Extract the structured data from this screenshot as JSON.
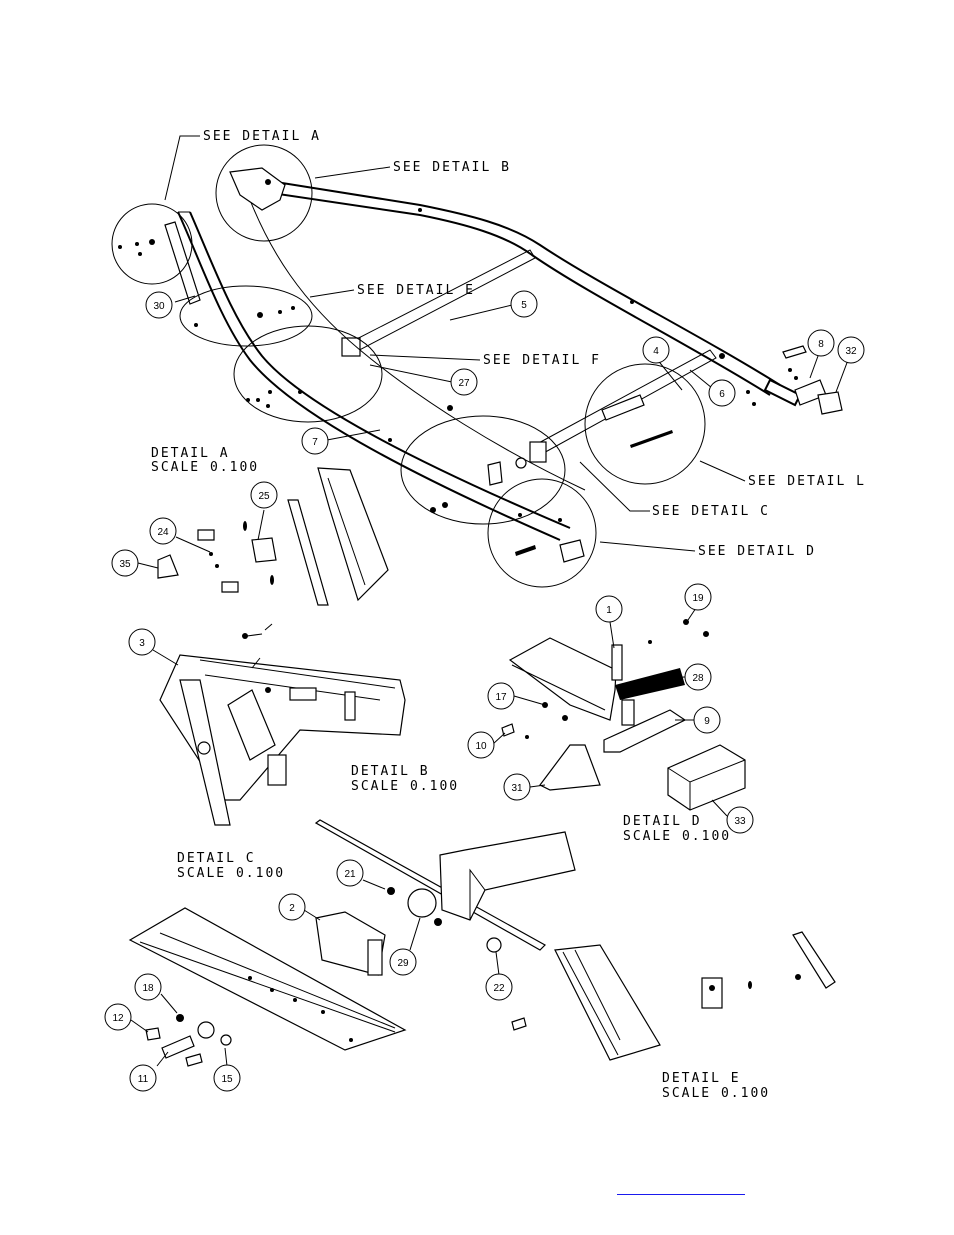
{
  "callouts": {
    "see_a": "SEE DETAIL  A",
    "see_b": "SEE DETAIL  B",
    "see_e": "SEE DETAIL  E",
    "see_f": "SEE DETAIL  F",
    "see_l": "SEE DETAIL  L",
    "see_c": "SEE DETAIL  C",
    "see_d": "SEE DETAIL  D"
  },
  "details": {
    "a": {
      "title": "DETAIL  A",
      "scale": "SCALE  0.100"
    },
    "b": {
      "title": "DETAIL  B",
      "scale": "SCALE  0.100"
    },
    "c": {
      "title": "DETAIL  C",
      "scale": "SCALE  0.100"
    },
    "d": {
      "title": "DETAIL  D",
      "scale": "SCALE  0.100"
    },
    "e": {
      "title": "DETAIL  E",
      "scale": "SCALE  0.100"
    }
  },
  "balloons": {
    "n30": "30",
    "n5": "5",
    "n27": "27",
    "n7": "7",
    "n4": "4",
    "n6": "6",
    "n8": "8",
    "n32": "32",
    "n25": "25",
    "n24": "24",
    "n35": "35",
    "n3": "3",
    "n1": "1",
    "n19": "19",
    "n28": "28",
    "n17": "17",
    "n10": "10",
    "n9": "9",
    "n31": "31",
    "n33": "33",
    "n21": "21",
    "n2": "2",
    "n29": "29",
    "n22": "22",
    "n18": "18",
    "n12": "12",
    "n11": "11",
    "n15": "15"
  },
  "footer_link": ""
}
